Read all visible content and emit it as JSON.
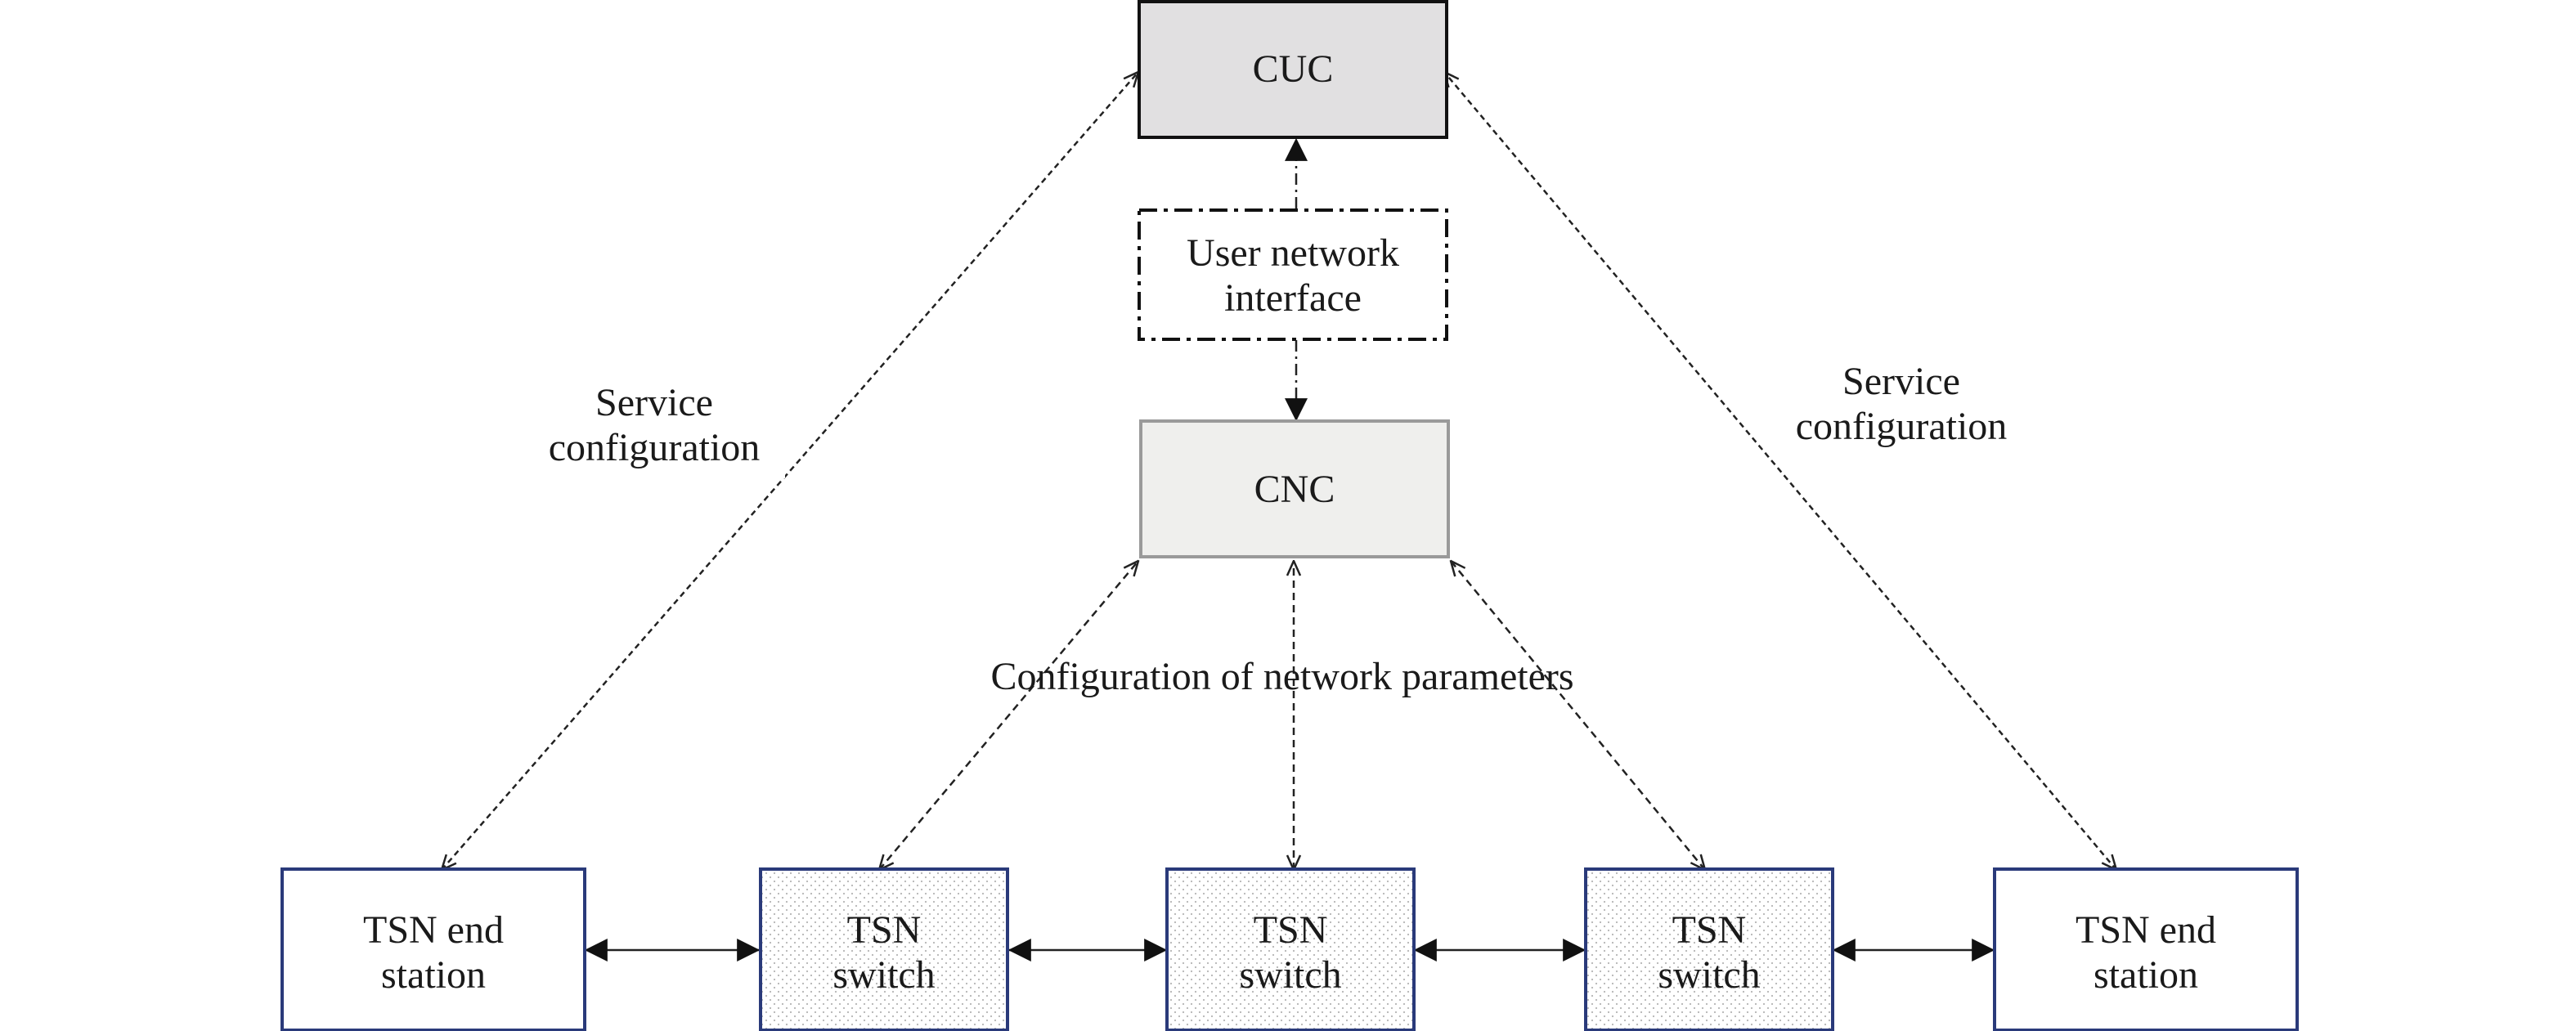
{
  "nodes": {
    "cuc": {
      "label": "CUC",
      "fill": "#e1e0e1",
      "stroke": "#111111"
    },
    "uni": {
      "line1": "User network",
      "line2": "interface",
      "fill": "#ffffff",
      "stroke": "#111111"
    },
    "cnc": {
      "label": "CNC",
      "fill": "#efefed",
      "stroke": "#9a9a9a"
    },
    "end_station_left": {
      "line1": "TSN end",
      "line2": "station",
      "stroke": "#2a3a7a"
    },
    "switch_1": {
      "line1": "TSN",
      "line2": "switch",
      "stroke": "#2a3a7a"
    },
    "switch_2": {
      "line1": "TSN",
      "line2": "switch",
      "stroke": "#2a3a7a"
    },
    "switch_3": {
      "line1": "TSN",
      "line2": "switch",
      "stroke": "#2a3a7a"
    },
    "end_station_right": {
      "line1": "TSN end",
      "line2": "station",
      "stroke": "#2a3a7a"
    }
  },
  "labels": {
    "service_left": {
      "line1": "Service",
      "line2": "configuration"
    },
    "service_right": {
      "line1": "Service",
      "line2": "configuration"
    },
    "network_params": "Configuration of network parameters"
  },
  "colors": {
    "line": "#222222",
    "dot_pattern": "#b5b5b5"
  }
}
